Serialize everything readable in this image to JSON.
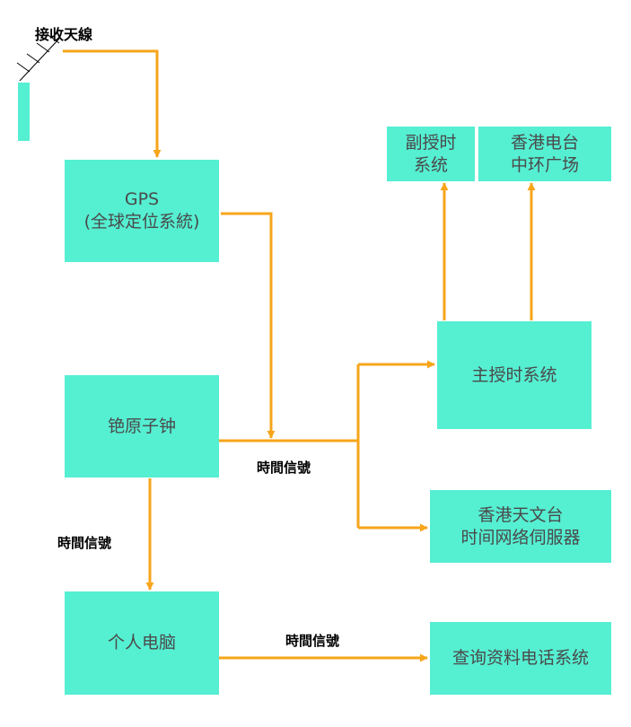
{
  "colors": {
    "box_fill": "#55efd2",
    "arrow": "#f7a51b",
    "box_text": "#4a4a4a",
    "label_text": "#000000"
  },
  "antenna": {
    "label": "接收天線"
  },
  "nodes": {
    "gps": {
      "line1": "GPS",
      "line2": "(全球定位系統)"
    },
    "cesium_clock": {
      "line1": "铯原子钟"
    },
    "main_timing": {
      "line1": "主授时系统"
    },
    "sub_timing": {
      "line1": "副授时",
      "line2": "系统"
    },
    "ifc": {
      "line1": "香港电台",
      "line2": "中环广场"
    },
    "ntp_server": {
      "line1": "香港天文台",
      "line2": "时间网络伺服器"
    },
    "pc": {
      "line1": "个人电脑"
    },
    "phone_system": {
      "line1": "查询资料电话系统"
    }
  },
  "edge_labels": {
    "clock_to_right": "時間信號",
    "clock_to_pc": "時間信號",
    "pc_to_phone": "時間信號"
  }
}
